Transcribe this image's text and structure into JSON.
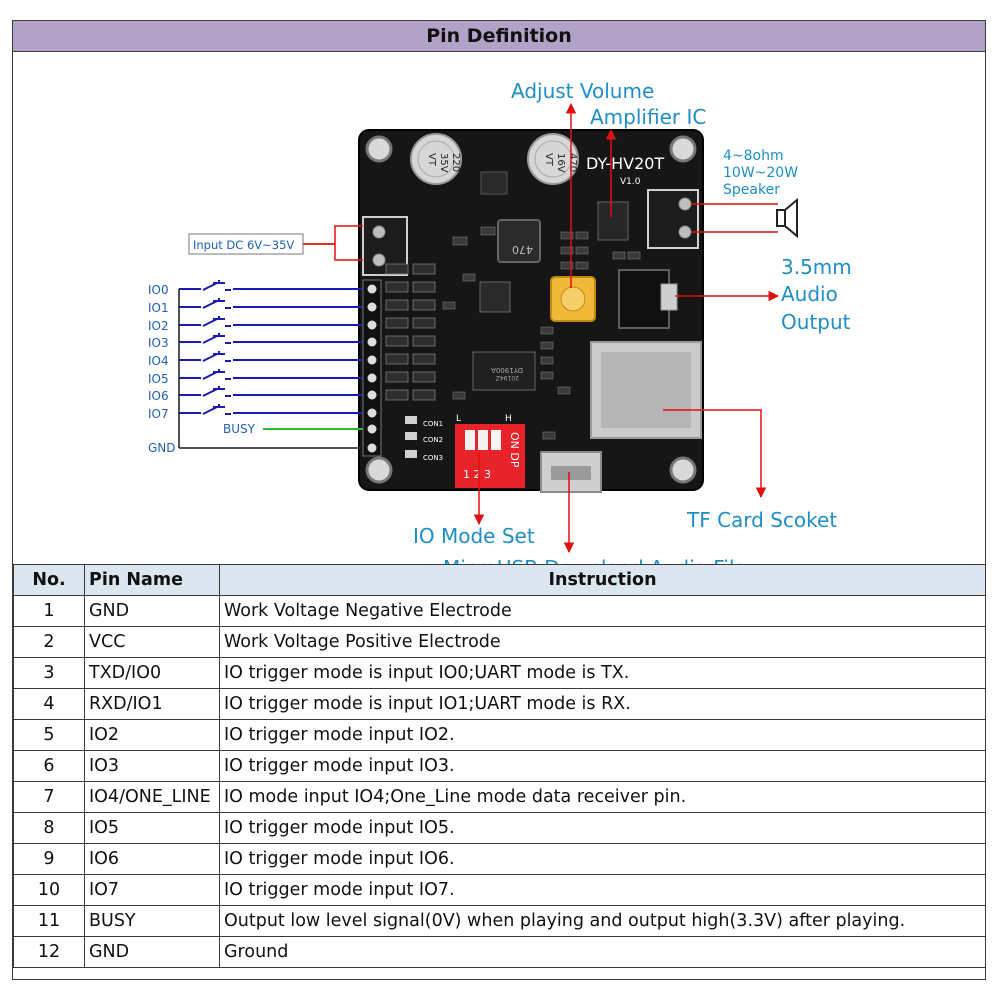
{
  "title": "Pin Definition",
  "labels": {
    "adjust_volume": "Adjust Volume",
    "amplifier_ic": "Amplifier  IC",
    "speaker_line1": "4~8ohm",
    "speaker_line2": "10W~20W",
    "speaker_line3": "Speaker",
    "audio_line1": "3.5mm",
    "audio_line2": "Audio",
    "audio_line3": "Output",
    "input_dc": "Input DC 6V~35V",
    "busy": "BUSY",
    "gnd": "GND",
    "io_mode_set": "IO Mode Set",
    "microusb": "MicroUSB Download Audio File",
    "tf_card": "TF Card Scoket"
  },
  "io_labels": [
    "IO0",
    "IO1",
    "IO2",
    "IO3",
    "IO4",
    "IO5",
    "IO6",
    "IO7"
  ],
  "board": {
    "model": "DY-HV20T",
    "version": "V1.0",
    "cap1": [
      "220",
      "35V",
      "VT"
    ],
    "cap2": [
      "470",
      "16V",
      "VT"
    ],
    "inductor": "470",
    "chip": "DY1900A",
    "chip_date": "20194Z",
    "dip_on": "ON DP",
    "dip_nums": "1 2 3",
    "dip_l": "L",
    "dip_h": "H",
    "con1": "CON1",
    "con2": "CON2",
    "con3": "CON3"
  },
  "colors": {
    "header_bg": "#b3a2c7",
    "table_header_bg": "#dce6f1",
    "annotation_blue": "#1e8ec8",
    "wire_blue": "#1a1ab4",
    "busy_wire_green": "#2db82d",
    "arrow_red": "#e01010"
  },
  "table": {
    "headers": {
      "no": "No.",
      "name": "Pin Name",
      "instruction": "Instruction"
    },
    "rows": [
      {
        "no": "1",
        "name": "GND",
        "instruction": "Work Voltage Negative Electrode"
      },
      {
        "no": "2",
        "name": "VCC",
        "instruction": "Work Voltage Positive Electrode"
      },
      {
        "no": "3",
        "name": "TXD/IO0",
        "instruction": "IO trigger mode is input IO0;UART mode is TX."
      },
      {
        "no": "4",
        "name": "RXD/IO1",
        "instruction": "IO trigger mode is input IO1;UART mode is RX."
      },
      {
        "no": "5",
        "name": "IO2",
        "instruction": "IO trigger mode input IO2."
      },
      {
        "no": "6",
        "name": "IO3",
        "instruction": "IO trigger mode input IO3."
      },
      {
        "no": "7",
        "name": "IO4/ONE_LINE",
        "instruction": "IO mode input IO4;One_Line mode data receiver pin."
      },
      {
        "no": "8",
        "name": "IO5",
        "instruction": "IO trigger mode input IO5."
      },
      {
        "no": "9",
        "name": "IO6",
        "instruction": "IO trigger mode input IO6."
      },
      {
        "no": "10",
        "name": "IO7",
        "instruction": "IO trigger mode input IO7."
      },
      {
        "no": "11",
        "name": "BUSY",
        "instruction": "Output low level signal(0V) when playing and output high(3.3V) after playing."
      },
      {
        "no": "12",
        "name": "GND",
        "instruction": "Ground"
      }
    ]
  }
}
